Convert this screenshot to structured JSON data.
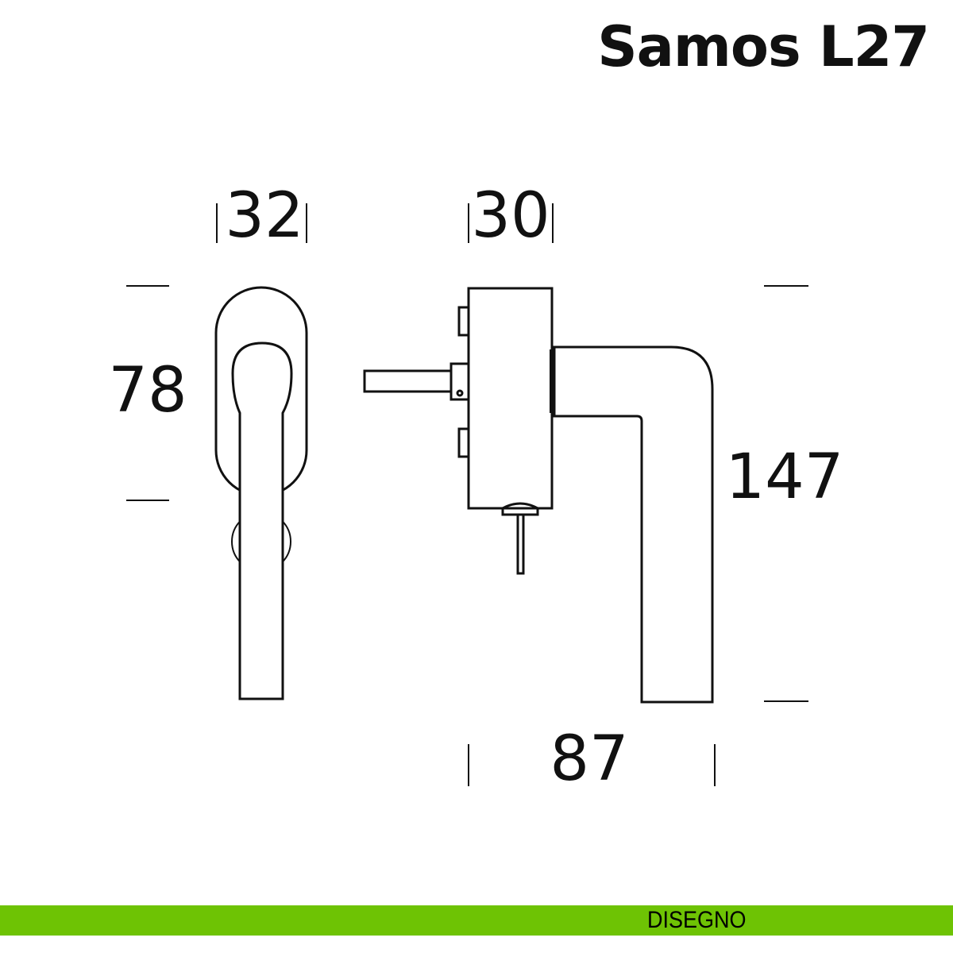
{
  "title": "Samos L27",
  "dimensions": {
    "front_width": "32",
    "front_height": "78",
    "side_depth": "30",
    "side_height": "147",
    "side_length": "87"
  },
  "footer": {
    "label": "DISEGNO"
  },
  "colors": {
    "accent": "#6ec304",
    "line": "#111111"
  }
}
